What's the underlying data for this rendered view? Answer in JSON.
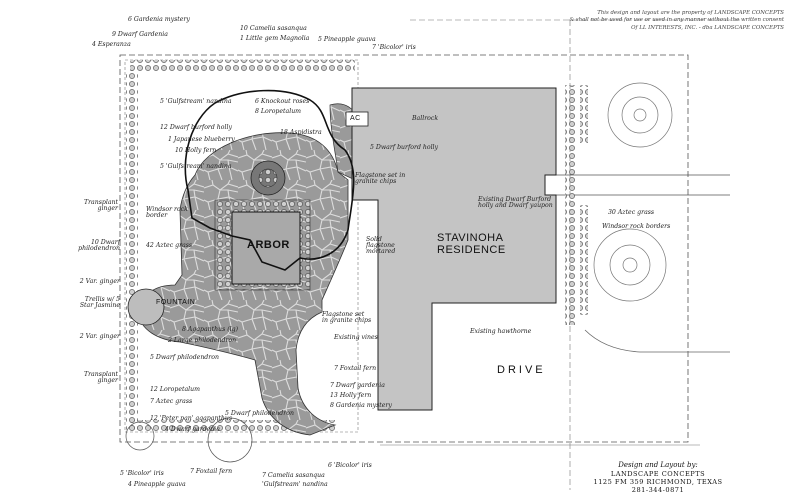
{
  "site": {
    "title": "STAVINOHA RESIDENCE",
    "title_line1": "STAVINOHA",
    "title_line2": "RESIDENCE",
    "arbor": "ARBOR",
    "fountain": "FOUNTAIN",
    "drive": "DRIVE",
    "ac": "AC"
  },
  "notice": {
    "line1": "This design and layout are the property of LANDSCAPE CONCEPTS",
    "line2": "& shall not be used for use or used in any manner without the written consent",
    "line3": "Of LL INTERESTS, INC. - dba LANDSCAPE CONCEPTS"
  },
  "credit": {
    "line1": "Design and Layout by:",
    "line2": "LANDSCAPE CONCEPTS",
    "line3": "1125 FM 359 RICHMOND, TEXAS",
    "line4": "281-344-0871"
  },
  "labels": {
    "l01": "6 Gardenia mystery",
    "l02": "9 Dwarf Gardenia",
    "l03": "4 Esperanza",
    "l04": "10 Camelia sasanqua",
    "l05": "1 Little gem Magnolia",
    "l06": "5 Pineapple guava",
    "l07": "7 'Bicolor' iris",
    "l08": "5 'Gulfstream' nandina",
    "l09": "6 Knockout roses",
    "l10": "8 Loropetalum",
    "l11": "Ballrock",
    "l12": "12 Dwarf burford holly",
    "l13": "1 Japanese blueberry",
    "l14": "10 Holly fern",
    "l15": "18 Aspidistra",
    "l16": "5 Dwarf burford holly",
    "l17": "5 'Gulfstream' nandina",
    "l18": "Flagstone set in granite chips",
    "l19": "Transplant ginger",
    "l20": "Windsor rock border",
    "l21": "Existing Dwarf Burford holly and Dwarf yaupon",
    "l22": "30 Aztec grass",
    "l23": "Windsor rock borders",
    "l24": "10 Dwarf philodendron",
    "l25": "42 Aztec grass",
    "l26": "Solid flagstone mortared",
    "l27": "2 Var. ginger",
    "l28": "Trellis w/ 5 Star Jasmine",
    "l29": "8 Agapanthus (lg)",
    "l30": "2 Large philodendron",
    "l31": "Flagstone set in granite chips",
    "l32": "Existing vines",
    "l33": "Existing hawthorne",
    "l34": "2 Var. ginger",
    "l35": "5 Dwarf philodendron",
    "l36": "Transplant ginger",
    "l37": "7 Foxtail fern",
    "l38": "7 Dwarf gardenia",
    "l39": "13 Holly fern",
    "l40": "8 Gardenia mystery",
    "l41": "12 Loropetalum",
    "l42": "7 Aztec grass",
    "l43": "12 'Peter pan' agapanthus",
    "l44": "4 Dwarf gardenia",
    "l45": "5 Dwarf philodendron",
    "l46": "5 'Bicolor' iris",
    "l47": "4 Pineapple guava",
    "l48": "7 Foxtail fern",
    "l49": "7 Camelia sasanqua",
    "l50": "'Gulfstream' nandina",
    "l51": "6 'Bicolor' iris"
  }
}
